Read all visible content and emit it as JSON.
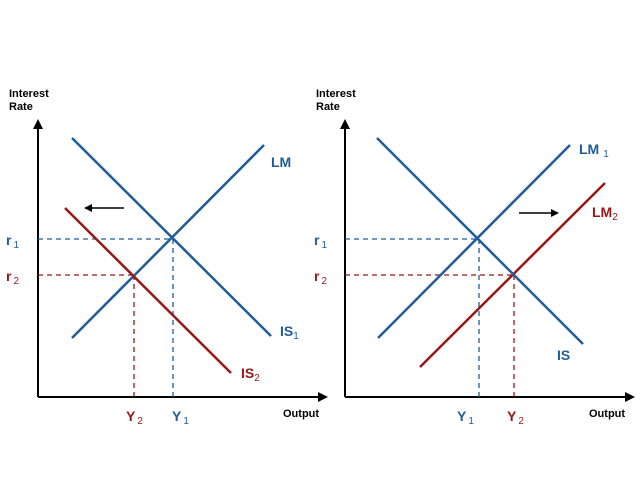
{
  "colors": {
    "blue": "#1f5c99",
    "red": "#9a1616",
    "black": "#000000"
  },
  "left_panel": {
    "y_axis_title_line1": "Interest",
    "y_axis_title_line2": "Rate",
    "x_axis_title": "Output",
    "curves": {
      "lm": {
        "label": "LM",
        "subscript": ""
      },
      "is1": {
        "label": "IS",
        "subscript": "1"
      },
      "is2": {
        "label": "IS",
        "subscript": "2"
      }
    },
    "levels": {
      "r1": {
        "label": "r",
        "subscript": "1"
      },
      "r2": {
        "label": "r",
        "subscript": "2"
      },
      "y1": {
        "label": "Y",
        "subscript": "1"
      },
      "y2": {
        "label": "Y",
        "subscript": "2"
      }
    },
    "shift_direction": "left"
  },
  "right_panel": {
    "y_axis_title_line1": "Interest",
    "y_axis_title_line2": "Rate",
    "x_axis_title": "Output",
    "curves": {
      "lm1": {
        "label": "LM",
        "subscript": "1"
      },
      "lm2": {
        "label": "LM",
        "subscript": "2"
      },
      "is": {
        "label": "IS",
        "subscript": ""
      }
    },
    "levels": {
      "r1": {
        "label": "r",
        "subscript": "1"
      },
      "r2": {
        "label": "r",
        "subscript": "2"
      },
      "y1": {
        "label": "Y",
        "subscript": "1"
      },
      "y2": {
        "label": "Y",
        "subscript": "2"
      }
    },
    "shift_direction": "right"
  }
}
